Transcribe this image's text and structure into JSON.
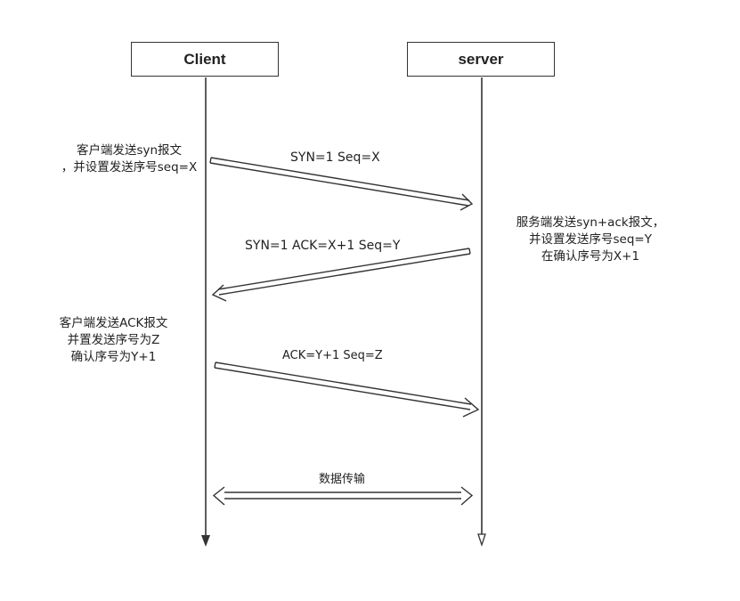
{
  "participants": {
    "client": "Client",
    "server": "server"
  },
  "messages": {
    "syn": "SYN=1 Seq=X",
    "syn_ack": "SYN=1 ACK=X+1  Seq=Y",
    "ack": "ACK=Y+1 Seq=Z",
    "data": "数据传输"
  },
  "notes": {
    "client_syn": [
      "客户端发送syn报文",
      "，并设置发送序号seq=X"
    ],
    "server_syn_ack": [
      "服务端发送syn+ack报文，",
      "并设置发送序号seq=Y",
      "在确认序号为X+1"
    ],
    "client_ack": [
      "客户端发送ACK报文",
      "并置发送序号为Z",
      "确认序号为Y+1"
    ]
  },
  "colors": {
    "line": "#333333",
    "background": "#ffffff"
  }
}
